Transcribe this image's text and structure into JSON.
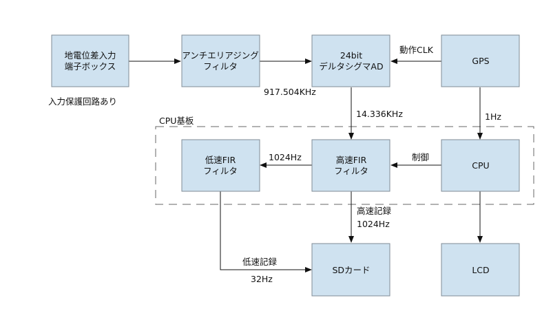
{
  "diagram": {
    "region_label": "CPU基板",
    "nodes": {
      "input_box": [
        "地電位差入力",
        "端子ボックス"
      ],
      "aa_filter": [
        "アンチエリアジング",
        "フィルタ"
      ],
      "adc": [
        "24bit",
        "デルタシグマAD"
      ],
      "gps": [
        "GPS"
      ],
      "low_fir": [
        "低速FIR",
        "フィルタ"
      ],
      "high_fir": [
        "高速FIR",
        "フィルタ"
      ],
      "cpu": [
        "CPU"
      ],
      "sd": [
        "SDカード"
      ],
      "lcd": [
        "LCD"
      ]
    },
    "notes": {
      "input_protection": "入力保護回路あり"
    },
    "edge_labels": {
      "clock": "動作CLK",
      "rate_917": "917.504KHz",
      "rate_14": "14.336KHz",
      "rate_1hz": "1Hz",
      "control": "制御",
      "rate_1024": "1024Hz",
      "high_record": "高速記録",
      "high_record_rate": "1024Hz",
      "low_record": "低速記録",
      "low_record_rate": "32Hz"
    }
  }
}
